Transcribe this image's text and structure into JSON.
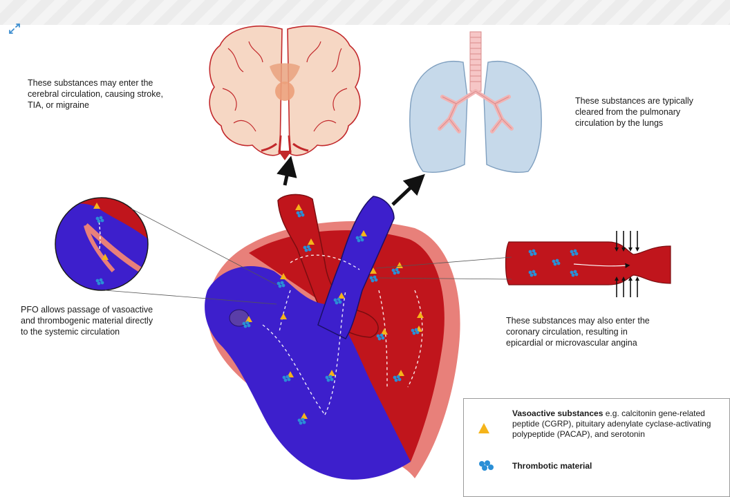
{
  "captions": {
    "cerebral": "These substances may enter the\ncerebral circulation, causing stroke,\nTIA, or migraine",
    "pulmonary": "These substances are typically\ncleared from the pulmonary\ncirculation by the lungs",
    "pfo": "PFO allows passage of vasoactive\nand thrombogenic material directly\nto the systemic circulation",
    "coronary": "These substances may also enter the\ncoronary circulation, resulting in\nepicardial or microvascular angina"
  },
  "legend": {
    "vasoactive_title": "Vasoactive substances",
    "vasoactive_desc": " e.g. calcitonin gene-related peptide (CGRP), pituitary adenylate cyclase-activating polypeptide (PACAP), and serotonin",
    "thrombotic_title": "Thrombotic material"
  },
  "colors": {
    "oxygenated": "#c0151c",
    "deoxygenated": "#3d1fcc",
    "pericardium": "#e8807a",
    "brain": "#f6d7c4",
    "lung": "#c6d9ea",
    "vasoactive_marker": "#f5b41a",
    "thrombotic_marker": "#2a8fd6"
  }
}
